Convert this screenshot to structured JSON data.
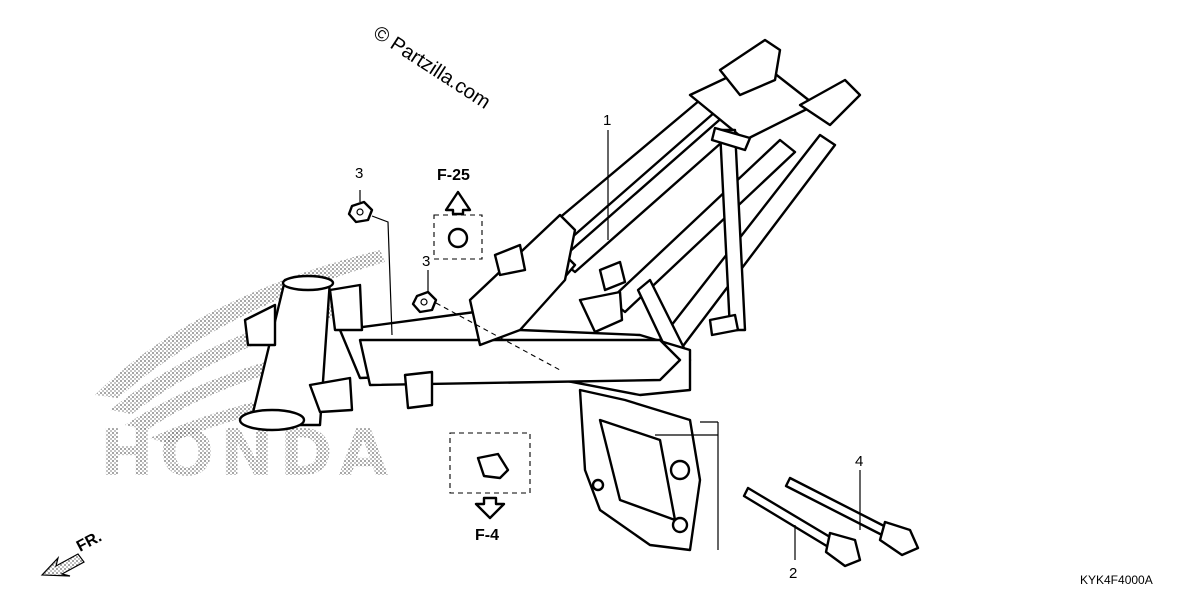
{
  "watermark": "© Partzilla.com",
  "brand_text": "HONDA",
  "callouts": [
    "1",
    "2",
    "3",
    "3",
    "4"
  ],
  "references": [
    "F-25",
    "F-4"
  ],
  "front_marker": "FR.",
  "diagram_code": "KYK4F4000A"
}
